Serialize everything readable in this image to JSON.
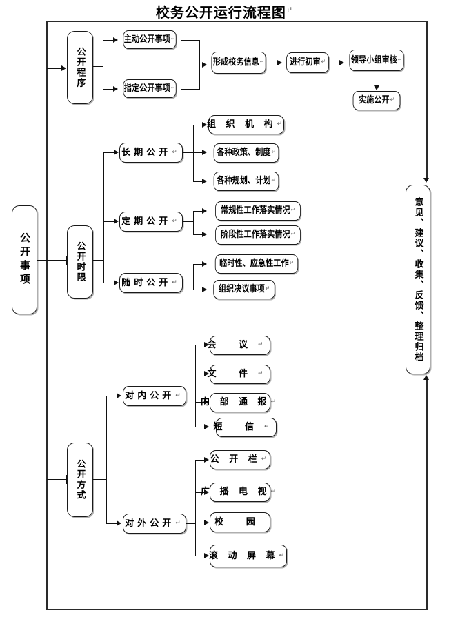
{
  "document": {
    "title": "校务公开运行流程图",
    "title_cr_mark": "↵",
    "type": "flowchart",
    "language": "zh-CN"
  },
  "colors": {
    "background": "#ffffff",
    "node_border": "#1a1a1a",
    "node_fill": "#ffffff",
    "line": "#111111",
    "shadow": "#6e6e6e",
    "text": "#000000"
  },
  "nodes": {
    "root": {
      "label": "公开事项",
      "cr": "↵"
    },
    "procedure": {
      "label": "公开程序",
      "cr": "↵"
    },
    "timeframe": {
      "label": "公开时限",
      "cr": "↵"
    },
    "method": {
      "label": "公开方式",
      "cr": "↵"
    },
    "feedback": {
      "label": "意见、建议、收集、反馈、整理归档",
      "cr": "↵"
    },
    "procedure_branch": [
      {
        "label": "主动公开事项",
        "cr": "↵"
      },
      {
        "label": "指定公开事项",
        "cr": "↵"
      }
    ],
    "procedure_chain": [
      {
        "label": "形成校务信息",
        "cr": "↵"
      },
      {
        "label": "进行初审",
        "cr": "↵"
      },
      {
        "label": "领导小组审核",
        "cr": "↵"
      },
      {
        "label": "实施公开",
        "cr": "↵"
      }
    ],
    "timeframe_branch": [
      {
        "label": "长期公开",
        "cr": "↵"
      },
      {
        "label": "定期公开",
        "cr": "↵"
      },
      {
        "label": "随时公开",
        "cr": "↵"
      }
    ],
    "longterm_items": [
      {
        "label": "组 织 机 构",
        "cr": "↵"
      },
      {
        "label": "各种政策、制度",
        "cr": "↵"
      },
      {
        "label": "各种规划、计划",
        "cr": "↵"
      }
    ],
    "periodic_items": [
      {
        "label": "常规性工作落实情况",
        "cr": "↵"
      },
      {
        "label": "阶段性工作落实情况",
        "cr": "↵"
      }
    ],
    "anytime_items": [
      {
        "label": "临时性、应急性工作",
        "cr": "↵"
      },
      {
        "label": "组织决议事项",
        "cr": "↵"
      }
    ],
    "method_branch": [
      {
        "label": "对内公开",
        "cr": "↵"
      },
      {
        "label": "对外公开",
        "cr": "↵"
      }
    ],
    "internal_items": [
      {
        "label": "会    议",
        "cr": "↵"
      },
      {
        "label": "文    件",
        "cr": "↵"
      },
      {
        "label": "内 部 通 报",
        "cr": "↵"
      },
      {
        "label": "短    信",
        "cr": "↵"
      }
    ],
    "external_items": [
      {
        "label": "公 开 栏",
        "cr": "↵"
      },
      {
        "label": "广 播 电 视",
        "cr": "↵"
      },
      {
        "label": "校    园",
        "cr": ""
      },
      {
        "label": "滚 动 屏 幕",
        "cr": "↵"
      }
    ]
  }
}
